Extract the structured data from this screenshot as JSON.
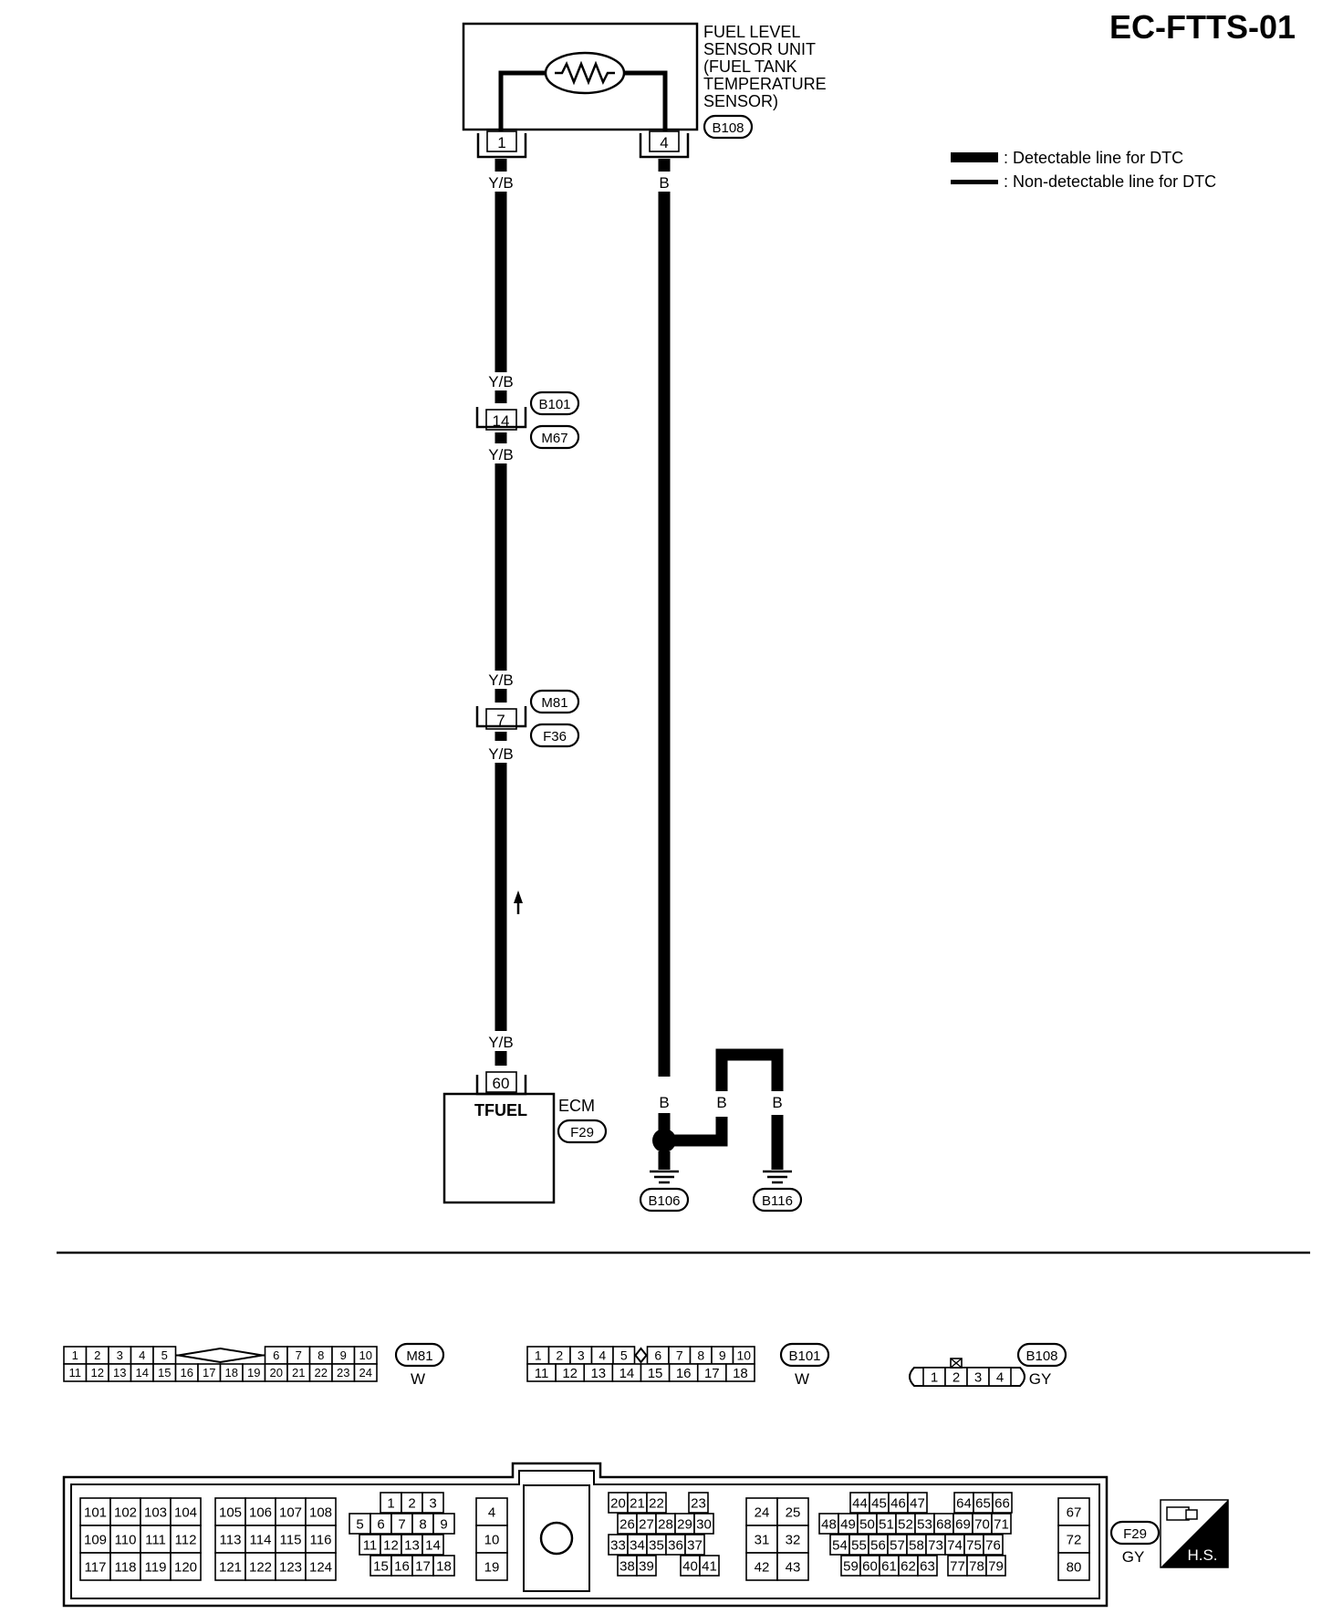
{
  "page_id": "EC-FTTS-01",
  "sensor": {
    "title_lines": [
      "FUEL LEVEL",
      "SENSOR UNIT",
      "(FUEL TANK",
      "TEMPERATURE",
      "SENSOR)"
    ],
    "connector": "B108",
    "pin_left": "1",
    "pin_right": "4"
  },
  "legend": {
    "detectable": ": Detectable line for DTC",
    "non_detectable": ": Non-detectable line for DTC"
  },
  "wire_colors": {
    "yb": "Y/B",
    "b": "B"
  },
  "joint1": {
    "pin": "14",
    "upper": "B101",
    "lower": "M67"
  },
  "joint2": {
    "pin": "7",
    "upper": "M81",
    "lower": "F36"
  },
  "ecm": {
    "pin": "60",
    "signal": "TFUEL",
    "name": "ECM",
    "connector": "F29"
  },
  "grounds": {
    "g1": "B106",
    "g2": "B116"
  },
  "connector_views": {
    "m81": {
      "id": "M81",
      "color": "W",
      "top": [
        "1",
        "2",
        "3",
        "4",
        "5",
        "6",
        "7",
        "8",
        "9",
        "10"
      ],
      "bottom": [
        "11",
        "12",
        "13",
        "14",
        "15",
        "16",
        "17",
        "18",
        "19",
        "20",
        "21",
        "22",
        "23",
        "24"
      ]
    },
    "b101": {
      "id": "B101",
      "color": "W",
      "top": [
        "1",
        "2",
        "3",
        "4",
        "5",
        "6",
        "7",
        "8",
        "9",
        "10"
      ],
      "bottom": [
        "11",
        "12",
        "13",
        "14",
        "15",
        "16",
        "17",
        "18"
      ]
    },
    "b108": {
      "id": "B108",
      "color": "GY",
      "pins": [
        "1",
        "2",
        "3",
        "4"
      ]
    },
    "f29": {
      "id": "F29",
      "color": "GY",
      "g1": [
        [
          "101",
          "102",
          "103",
          "104"
        ],
        [
          "109",
          "110",
          "111",
          "112"
        ],
        [
          "117",
          "118",
          "119",
          "120"
        ]
      ],
      "g2": [
        [
          "105",
          "106",
          "107",
          "108"
        ],
        [
          "113",
          "114",
          "115",
          "116"
        ],
        [
          "121",
          "122",
          "123",
          "124"
        ]
      ],
      "g3": [
        [
          "1",
          "2",
          "3"
        ],
        [
          "5",
          "6",
          "7",
          "8",
          "9"
        ],
        [
          "11",
          "12",
          "13",
          "14"
        ],
        [
          "15",
          "16",
          "17",
          "18"
        ]
      ],
      "g4": [
        "4",
        "10",
        "19"
      ],
      "g5": [
        [
          "20",
          "21",
          "22",
          "23"
        ],
        [
          "26",
          "27",
          "28",
          "29",
          "30"
        ],
        [
          "33",
          "34",
          "35",
          "36",
          "37"
        ],
        [
          "38",
          "39",
          "40",
          "41"
        ]
      ],
      "g6": [
        [
          "24",
          "25"
        ],
        [
          "31",
          "32"
        ],
        [
          "42",
          "43"
        ]
      ],
      "g7": [
        [
          "44",
          "45",
          "46",
          "47",
          "64",
          "65",
          "66"
        ],
        [
          "48",
          "49",
          "50",
          "51",
          "52",
          "53",
          "68",
          "69",
          "70",
          "71"
        ],
        [
          "54",
          "55",
          "56",
          "57",
          "58",
          "73",
          "74",
          "75",
          "76"
        ],
        [
          "59",
          "60",
          "61",
          "62",
          "63",
          "77",
          "78",
          "79"
        ]
      ],
      "g8": [
        "67",
        "72",
        "80"
      ]
    }
  },
  "hs_label": "H.S."
}
